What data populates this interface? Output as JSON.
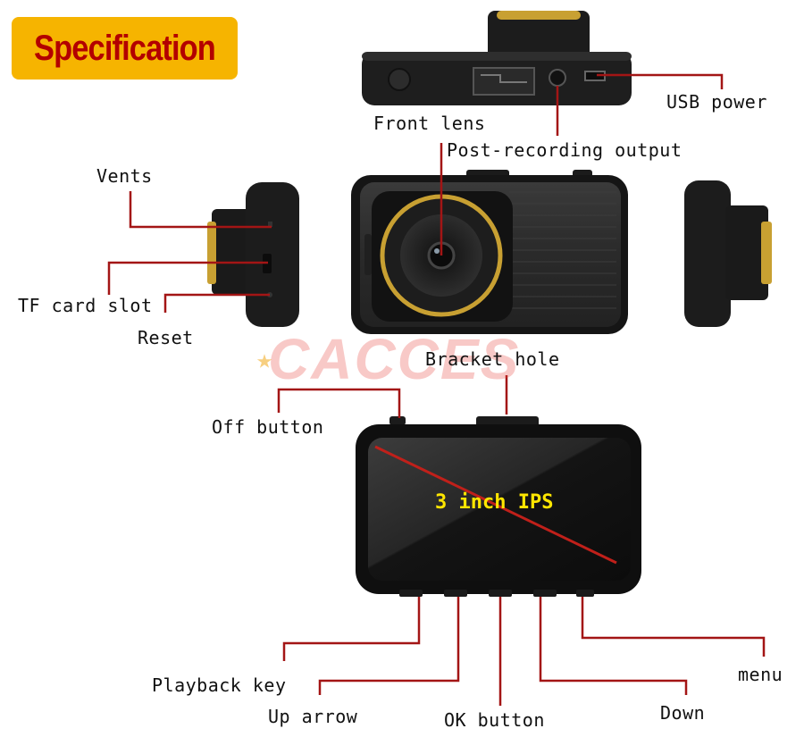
{
  "header": {
    "title": "Specification"
  },
  "watermark": {
    "brand": "CACCES"
  },
  "labels": {
    "usb_power": "USB power",
    "front_lens": "Front lens",
    "post_recording_output": "Post-recording output",
    "vents": "Vents",
    "tf_card_slot": "TF card slot",
    "reset": "Reset",
    "bracket_hole": "Bracket hole",
    "off_button": "Off button",
    "screen": "3 inch IPS",
    "playback_key": "Playback key",
    "up_arrow": "Up arrow",
    "ok_button": "OK button",
    "down": "Down",
    "menu": "menu"
  },
  "colors": {
    "badge_bg": "#f6b400",
    "badge_text": "#b30000",
    "callout_line": "#a31515",
    "screen_text": "#ffe600",
    "lens_ring": "#c8a032",
    "body_dark": "#1b1b1b"
  }
}
